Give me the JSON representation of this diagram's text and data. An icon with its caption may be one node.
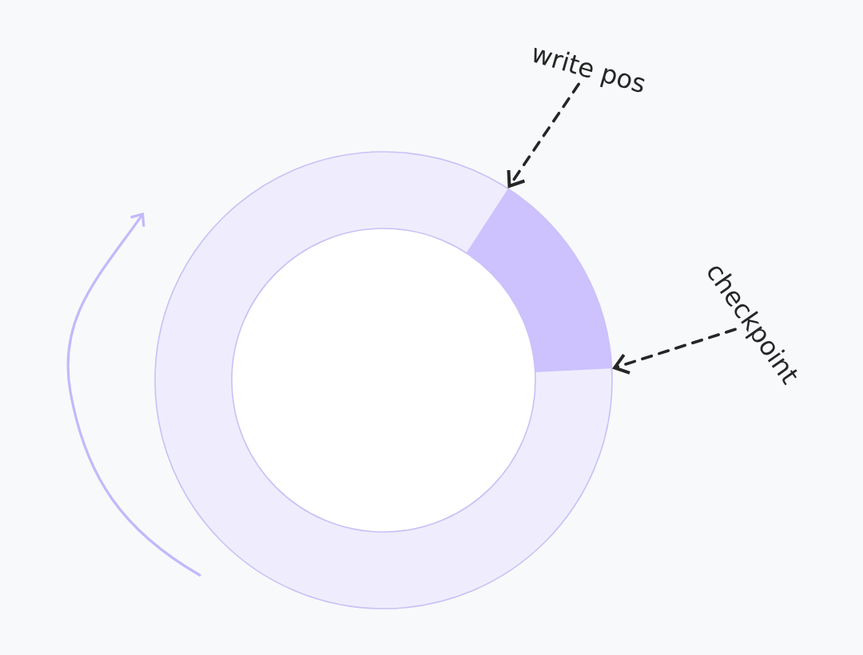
{
  "diagram": {
    "nodes": [
      {
        "text": [],
        "shape": "ring"
      },
      {
        "text": [],
        "shape": "sector",
        "in": 0
      },
      {
        "text": [
          "write pos"
        ]
      },
      {
        "text": [
          "checkpoint"
        ]
      }
    ],
    "edges": [
      {
        "from": 2,
        "to": 1,
        "arrow": "to",
        "style": "dashed"
      },
      {
        "from": 3,
        "to": 1,
        "arrow": "to",
        "style": "dashed"
      }
    ]
  }
}
